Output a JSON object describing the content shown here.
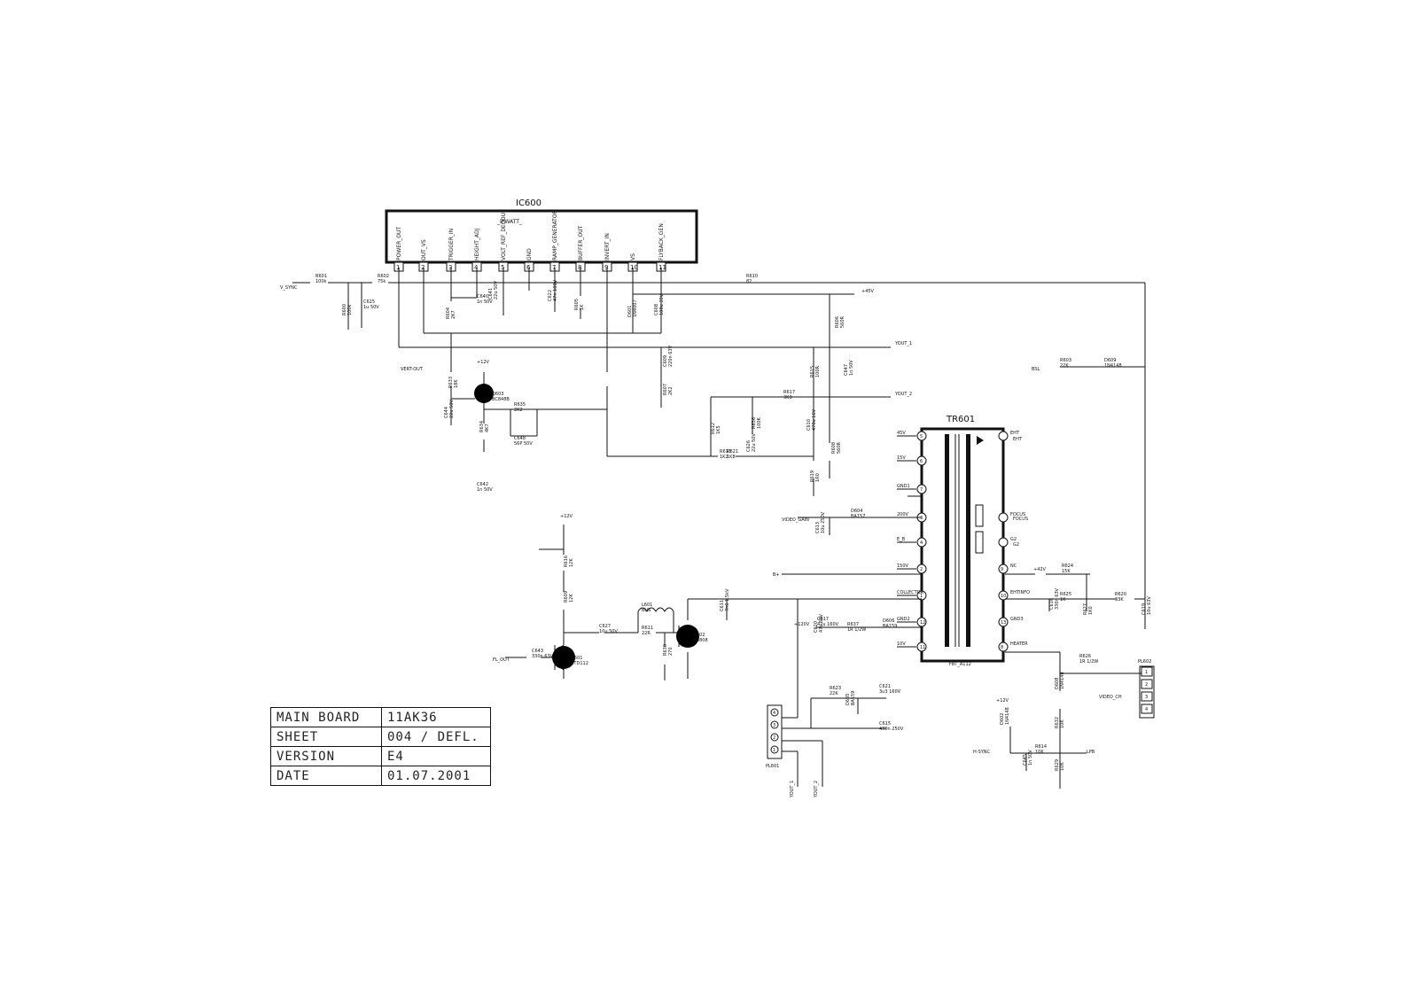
{
  "ic": {
    "ref": "IC600",
    "name": "_IPWATT_",
    "pins": [
      {
        "num": "1",
        "name": "POWER_OUT"
      },
      {
        "num": "2",
        "name": "OUT_VS"
      },
      {
        "num": "3",
        "name": "TRIGGER_IN"
      },
      {
        "num": "4",
        "name": "HEIGHT_ADJ"
      },
      {
        "num": "5",
        "name": "VOLT_REF_DECOUP"
      },
      {
        "num": "6",
        "name": "GND"
      },
      {
        "num": "7",
        "name": "RAMP_GENERATOR"
      },
      {
        "num": "8",
        "name": "BUFFER_OUT"
      },
      {
        "num": "9",
        "name": "INVERT_IN"
      },
      {
        "num": "10",
        "name": "VS"
      },
      {
        "num": "11",
        "name": "FLYBACK_GEN"
      }
    ]
  },
  "transformer": {
    "ref": "TR601",
    "part": "FBT_A112",
    "left_pins": [
      {
        "num": "5",
        "label": "45V"
      },
      {
        "num": "6",
        "label": "15V"
      },
      {
        "num": "7",
        "label": "GND1"
      },
      {
        "num": "3",
        "label": "200V"
      },
      {
        "num": "4",
        "label": "E_B"
      },
      {
        "num": "2",
        "label": "150V"
      },
      {
        "num": "1",
        "label": "COLLECTOR"
      },
      {
        "num": "12",
        "label": "GND2"
      },
      {
        "num": "11",
        "label": "10V"
      }
    ],
    "right_pins": [
      {
        "num": "",
        "label": "EHT"
      },
      {
        "num": "",
        "label": "FOCUS"
      },
      {
        "num": "",
        "label": "G2"
      },
      {
        "num": "9",
        "label": "NC"
      },
      {
        "num": "10",
        "label": "EHTINFO"
      },
      {
        "num": "13",
        "label": "GND3"
      },
      {
        "num": "8",
        "label": "HEATER"
      }
    ]
  },
  "components": [
    {
      "ref": "R601",
      "value": "100k"
    },
    {
      "ref": "R602",
      "value": "75k"
    },
    {
      "ref": "R600",
      "value": "100k"
    },
    {
      "ref": "C625",
      "value": "1u 50V"
    },
    {
      "ref": "R604",
      "value": "2K7"
    },
    {
      "ref": "C640",
      "value": "1n 50V"
    },
    {
      "ref": "C641",
      "value": "22u 50V"
    },
    {
      "ref": "C622",
      "value": "47n 100V"
    },
    {
      "ref": "R605",
      "value": "1K"
    },
    {
      "ref": "D601",
      "value": "1N4007"
    },
    {
      "ref": "C608",
      "value": "100u 35V"
    },
    {
      "ref": "R610",
      "value": "82"
    },
    {
      "ref": "R606",
      "value": "560R"
    },
    {
      "ref": "R633",
      "value": "18K"
    },
    {
      "ref": "Q603",
      "value": "BC848B"
    },
    {
      "ref": "R635",
      "value": "2K2"
    },
    {
      "ref": "C644",
      "value": "22u 50V"
    },
    {
      "ref": "R634",
      "value": "4K7"
    },
    {
      "ref": "C648",
      "value": "56P 50V"
    },
    {
      "ref": "R612",
      "value": "1K5"
    },
    {
      "ref": "C609",
      "value": "220n 63V"
    },
    {
      "ref": "R607",
      "value": "2K2"
    },
    {
      "ref": "R613",
      "value": "1K2"
    },
    {
      "ref": "R617",
      "value": "3K3"
    },
    {
      "ref": "R615",
      "value": "100R"
    },
    {
      "ref": "C647",
      "value": "1n 50V"
    },
    {
      "ref": "R636",
      "value": "100K"
    },
    {
      "ref": "C626",
      "value": "22u 50V"
    },
    {
      "ref": "C610",
      "value": "470u 16V"
    },
    {
      "ref": "R608",
      "value": "560R"
    },
    {
      "ref": "R621",
      "value": "1K8"
    },
    {
      "ref": "R619",
      "value": "1R0"
    },
    {
      "ref": "C642",
      "value": "1n 50V"
    },
    {
      "ref": "C613",
      "value": "10u 250V"
    },
    {
      "ref": "D604",
      "value": "BA157"
    },
    {
      "ref": "C620",
      "value": "47u 50V"
    },
    {
      "ref": "R616",
      "value": "12K"
    },
    {
      "ref": "R609",
      "value": "12K"
    },
    {
      "ref": "Q601",
      "value": "BTD112"
    },
    {
      "ref": "C643",
      "value": "330n 63V"
    },
    {
      "ref": "C627",
      "value": "10u 50V"
    },
    {
      "ref": "L601",
      "value": "BUS"
    },
    {
      "ref": "R611",
      "value": "22R"
    },
    {
      "ref": "R630",
      "value": "270"
    },
    {
      "ref": "Q602",
      "value": "BU808"
    },
    {
      "ref": "C611",
      "value": "7n6 1.5kV"
    },
    {
      "ref": "C617",
      "value": "47u 160V"
    },
    {
      "ref": "R637",
      "value": "1R 1/2W"
    },
    {
      "ref": "D606",
      "value": "BA159"
    },
    {
      "ref": "R623",
      "value": "22K"
    },
    {
      "ref": "C621",
      "value": "3u3 160V"
    },
    {
      "ref": "D605",
      "value": "BA159"
    },
    {
      "ref": "C615",
      "value": "430n 250V"
    },
    {
      "ref": "R603",
      "value": "22K"
    },
    {
      "ref": "D609",
      "value": "1N4148"
    },
    {
      "ref": "R624",
      "value": "15K"
    },
    {
      "ref": "R625",
      "value": "1K"
    },
    {
      "ref": "C618",
      "value": "330n 63V"
    },
    {
      "ref": "R627",
      "value": "1K0"
    },
    {
      "ref": "R620",
      "value": "33K"
    },
    {
      "ref": "C619",
      "value": "10u 63V"
    },
    {
      "ref": "R626",
      "value": "1R 1/2W"
    },
    {
      "ref": "D608",
      "value": "1N4148"
    },
    {
      "ref": "R632",
      "value": "10K"
    },
    {
      "ref": "D602",
      "value": "1N4148"
    },
    {
      "ref": "R614",
      "value": "10K"
    },
    {
      "ref": "C645",
      "value": "1n 50V"
    },
    {
      "ref": "R629",
      "value": "10K"
    }
  ],
  "nets": {
    "v_sync": "V_SYNC",
    "vert_out": "VERT-OUT",
    "p45v": "+45V",
    "p12v_a": "+12V",
    "p12v_b": "+12V",
    "yout1": "YOUT_1",
    "yout2": "YOUT_2",
    "bsl": "BSL",
    "video_gain": "VIDEO_GAIN",
    "b_plus": "B+",
    "flout": "FL_OUT",
    "p120v": "+120V",
    "p12v_c": "+12V",
    "p42v": "+42V",
    "eht": "EHT",
    "focus": "FOCUS",
    "g2": "G2",
    "video_ch": "VIDEO_CH",
    "h_sync": "H-SYNC",
    "lpb": "LPB",
    "yout_a": "YOUT_1",
    "yout_b": "YOUT_2"
  },
  "connectors": {
    "pl601": {
      "ref": "PL601",
      "pins": [
        "4",
        "3",
        "2",
        "1"
      ]
    },
    "pl602": {
      "ref": "PL602",
      "pins": [
        "1",
        "2",
        "3",
        "4"
      ]
    }
  },
  "title_block": [
    {
      "key": "MAIN BOARD",
      "value": "11AK36"
    },
    {
      "key": "SHEET",
      "value": "004 / DEFL."
    },
    {
      "key": "VERSION",
      "value": "E4"
    },
    {
      "key": "DATE",
      "value": "01.07.2001"
    }
  ]
}
